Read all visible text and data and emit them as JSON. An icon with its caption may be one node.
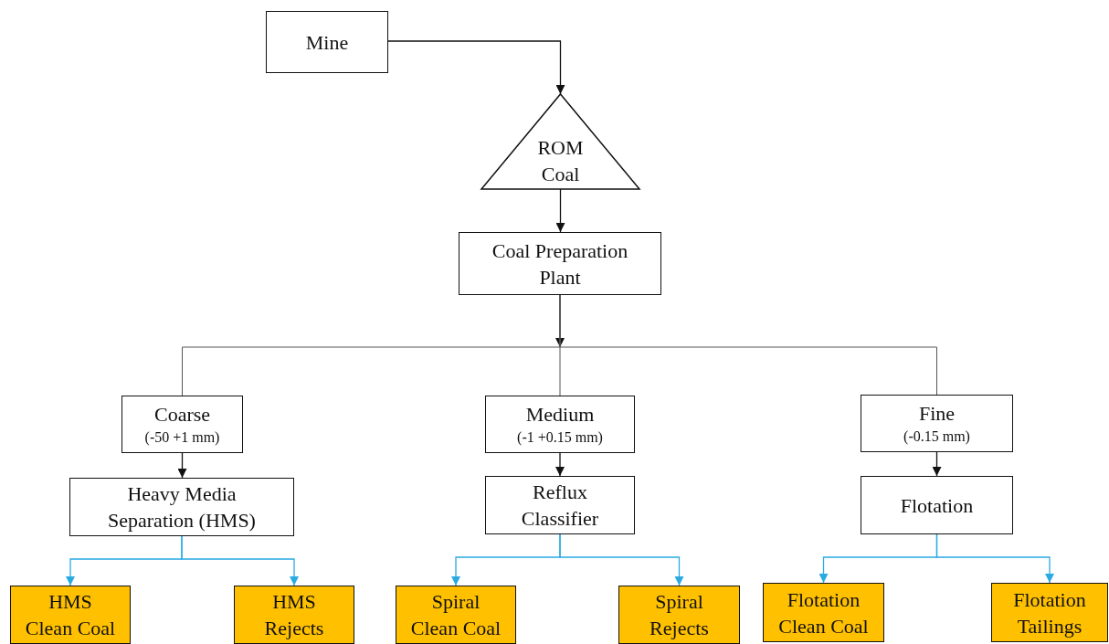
{
  "diagram": {
    "nodes": [
      {
        "text": [
          "Mine"
        ]
      },
      {
        "text": [
          "ROM Coal"
        ]
      },
      {
        "text": [
          "Coal Preparation Plant"
        ]
      },
      {
        "text": [
          "Coarse",
          "(-50 +1 mm)"
        ]
      },
      {
        "text": [
          "Medium",
          "(-1 +0.15 mm)"
        ]
      },
      {
        "text": [
          "Fine",
          "(-0.15 mm)"
        ]
      },
      {
        "text": [
          "Heavy Media Separation (HMS)"
        ]
      },
      {
        "text": [
          "Reflux Classifier"
        ]
      },
      {
        "text": [
          "Flotation"
        ]
      },
      {
        "text": [
          "HMS Clean Coal"
        ]
      },
      {
        "text": [
          "HMS Rejects"
        ]
      },
      {
        "text": [
          "Spiral Clean Coal"
        ]
      },
      {
        "text": [
          "Spiral Rejects"
        ]
      },
      {
        "text": [
          "Flotation Clean Coal"
        ]
      },
      {
        "text": [
          "Flotation Tailings"
        ]
      }
    ],
    "edges": [
      {
        "from": 0,
        "to": 1,
        "arrow": "to"
      },
      {
        "from": 1,
        "to": 2,
        "arrow": "to"
      },
      {
        "from": 2,
        "to": null,
        "arrow": "to"
      },
      {
        "from": 2,
        "to": 3,
        "arrow": "none"
      },
      {
        "from": 2,
        "to": 4,
        "arrow": "none"
      },
      {
        "from": 2,
        "to": 5,
        "arrow": "none"
      },
      {
        "from": 3,
        "to": 6,
        "arrow": "to"
      },
      {
        "from": 4,
        "to": 7,
        "arrow": "to"
      },
      {
        "from": 5,
        "to": 8,
        "arrow": "to"
      },
      {
        "from": 6,
        "to": 9,
        "arrow": "to",
        "color": "#29abe2"
      },
      {
        "from": 6,
        "to": 10,
        "arrow": "to",
        "color": "#29abe2"
      },
      {
        "from": 7,
        "to": 11,
        "arrow": "to",
        "color": "#29abe2"
      },
      {
        "from": 7,
        "to": 12,
        "arrow": "to",
        "color": "#29abe2"
      },
      {
        "from": 8,
        "to": 13,
        "arrow": "to",
        "color": "#29abe2"
      },
      {
        "from": 8,
        "to": 14,
        "arrow": "to",
        "color": "#29abe2"
      }
    ]
  }
}
